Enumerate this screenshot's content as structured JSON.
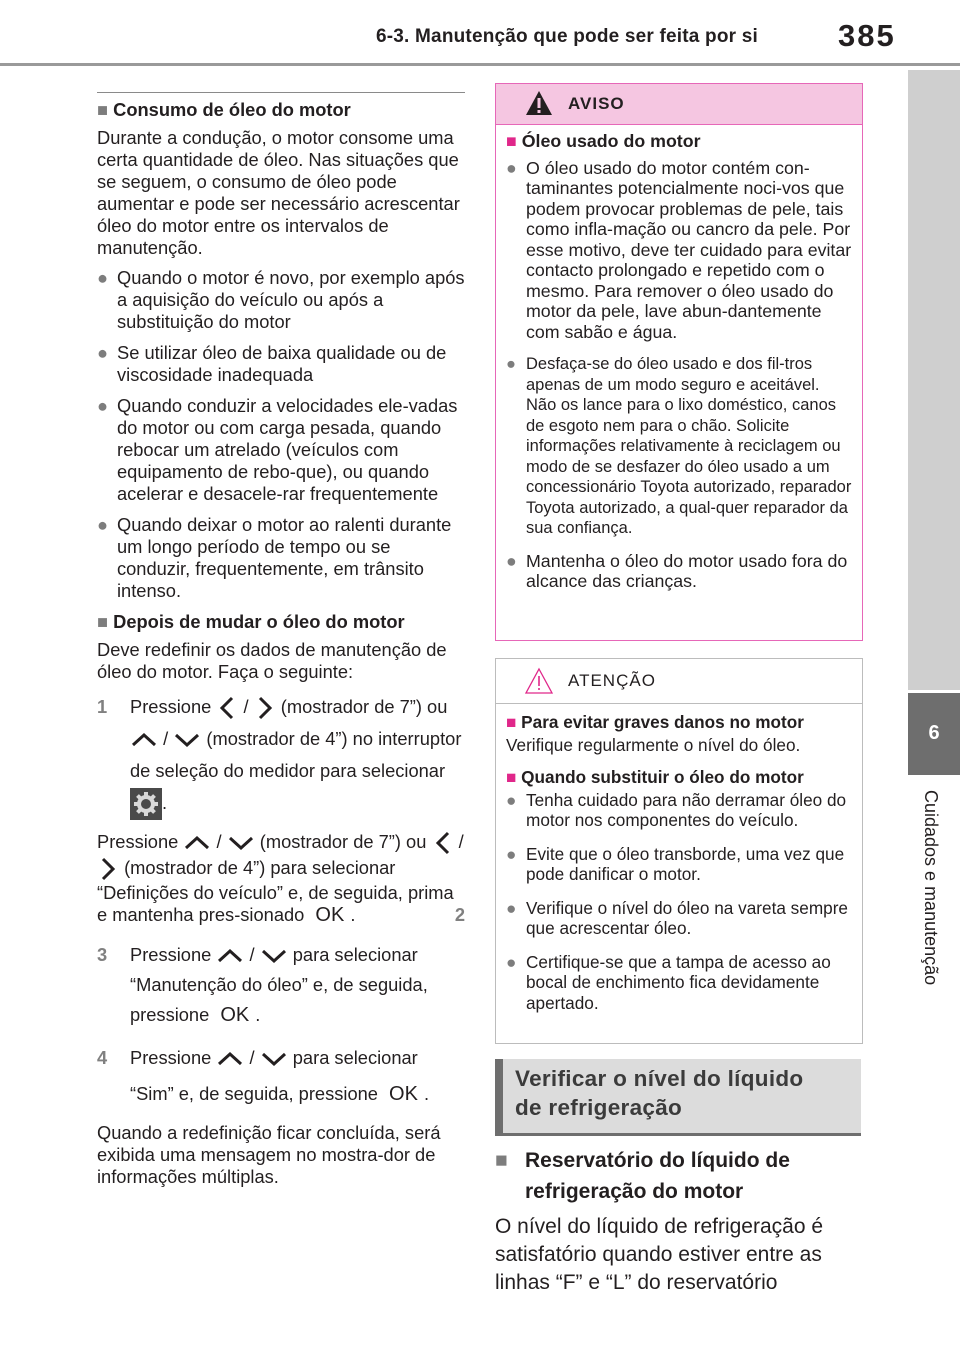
{
  "header": {
    "title": "6-3. Manutenção que pode ser feita por si",
    "page_number": "385"
  },
  "side_tab": {
    "number": "6",
    "label": "Cuidados e manutenção"
  },
  "left": {
    "consumo_heading": "Consumo de óleo do motor",
    "consumo_intro": "Durante a condução, o motor consome uma certa quantidade de óleo. Nas situações que se seguem, o consumo de óleo pode aumentar e pode ser necessário acrescentar óleo do motor entre os intervalos de manutenção.",
    "bullets": [
      "Quando o motor é novo, por exemplo após a aquisição do veículo ou após a substituição do motor",
      "Se utilizar óleo de baixa qualidade ou de viscosidade inadequada",
      "Quando conduzir a velocidades ele-vadas do motor ou com carga pesada, quando rebocar um atrelado (veículos com equipamento de rebo-que), ou quando acelerar e desacele-rar frequentemente",
      "Quando deixar o motor ao ralenti durante um longo período de tempo ou se conduzir, frequentemente, em trânsito intenso."
    ],
    "depois_heading": "Depois de mudar o óleo do motor",
    "depois_intro": "Deve redefinir os dados de manutenção de óleo do motor. Faça o seguinte:",
    "step1": {
      "num": "1",
      "a": "Pressione",
      "b": "(mostrador de 7”) ou",
      "c": "(mostrador de 4”) no interruptor de seleção do medidor para selecionar",
      "d": "."
    },
    "step2": {
      "a": "Pressione",
      "b": "(mostrador de 7”) ou",
      "c": "(mostrador de 4”) para selecionar “Definições do veículo” e, de seguida, prima e mantenha pres-sionado",
      "d": ".",
      "num": "2"
    },
    "step3": {
      "num": "3",
      "a": "Pressione",
      "b": "para selecionar “Manutenção do óleo” e, de seguida, pressione",
      "c": "."
    },
    "step4": {
      "num": "4",
      "a": "Pressione",
      "b": "para selecionar “Sim” e, de seguida, pressione",
      "c": "."
    },
    "closing": "Quando a redefinição ficar concluída, será exibida uma mensagem no mostra-dor de informações múltiplas.",
    "slash": "/",
    "ok": "OK"
  },
  "aviso": {
    "title": "AVISO",
    "heading": "Óleo usado do motor",
    "bullets": [
      "O óleo usado do motor contém con-taminantes potencialmente noci-vos que podem provocar problemas de pele, tais como infla-mação ou cancro da pele. Por esse motivo, deve ter cuidado para evitar contacto prolongado e repetido com o mesmo. Para remover o óleo usado do motor da pele, lave abun-dantemente com sabão e água.",
      "Desfaça-se do óleo usado e dos fil-tros apenas de um modo seguro e aceitável. Não os lance para o lixo doméstico, canos de esgoto nem para o chão. Solicite informações relativamente à reciclagem ou modo de se desfazer do óleo usado a um concessionário Toyota autorizado, reparador Toyota autorizado, a qual-quer reparador da sua confiança.",
      "Mantenha o óleo do motor usado fora do alcance das crianças."
    ]
  },
  "atencao": {
    "title": "ATENÇÃO",
    "heading1": "Para evitar graves danos no motor",
    "text1": "Verifique regularmente o nível do óleo.",
    "heading2": "Quando substituir o óleo do motor",
    "bullets": [
      "Tenha cuidado para não derramar óleo do motor nos componentes do veículo.",
      "Evite que o óleo transborde, uma vez que pode danificar o motor.",
      "Verifique o nível do óleo na vareta sempre que acrescentar óleo.",
      "Certifique-se que a tampa de acesso ao bocal de enchimento fica devidamente apertado."
    ]
  },
  "section": {
    "title_line1": "Verificar o nível do líquido",
    "title_line2": "de refrigeração",
    "sub_heading": "Reservatório do líquido de refrigeração do motor",
    "text": "O nível do líquido de refrigeração é satisfatório quando estiver entre as linhas “F” e “L” do reservatório"
  },
  "colors": {
    "accent_pink": "#e0278a",
    "aviso_bg": "#f5c6e1",
    "tab_dark": "#6e6e6e"
  }
}
